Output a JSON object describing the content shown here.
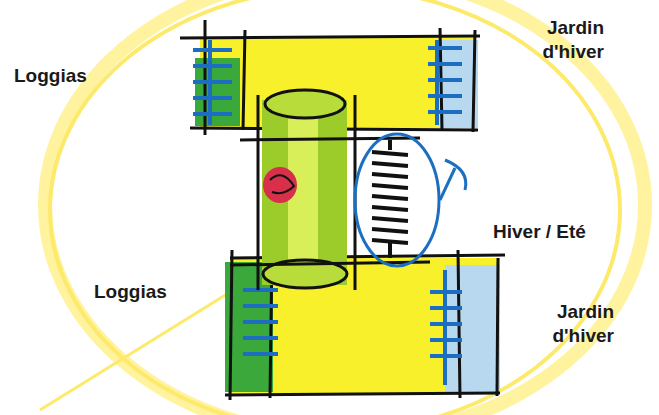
{
  "diagram": {
    "labels": [
      "Loggias",
      "Jardin d'hiver",
      "Hiver / Eté",
      "Loggias",
      "Jardin d'hiver"
    ]
  }
}
